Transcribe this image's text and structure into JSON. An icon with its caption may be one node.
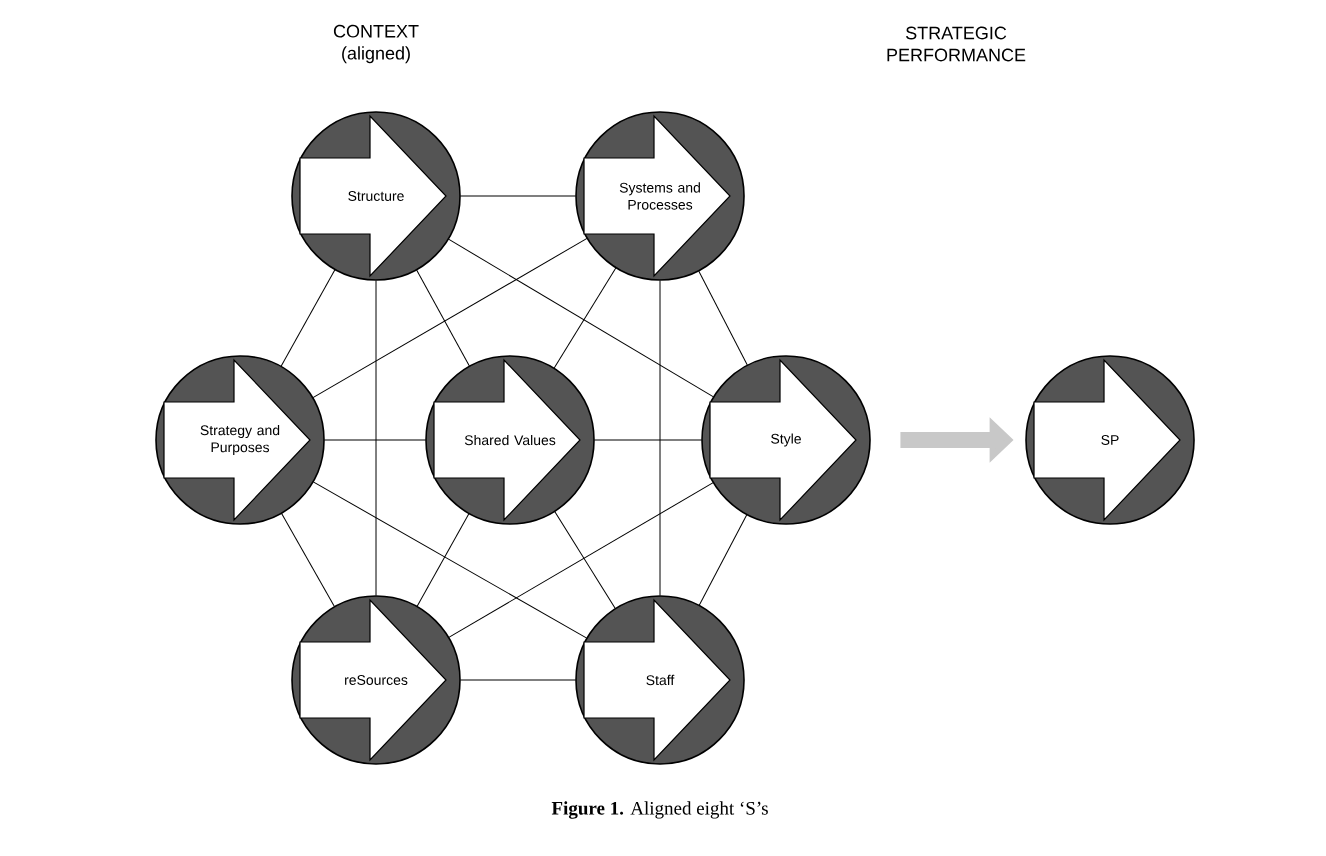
{
  "diagram": {
    "caption": "**Figure 1.** Aligned eight ‘S’s",
    "nodes": [
      {
        "text": [
          "Structure"
        ]
      },
      {
        "text": [
          "Systems and Processes"
        ]
      },
      {
        "text": [
          "Strategy and Purposes"
        ]
      },
      {
        "text": [
          "Shared Values"
        ]
      },
      {
        "text": [
          "Style"
        ]
      },
      {
        "text": [
          "reSources"
        ]
      },
      {
        "text": [
          "Staff"
        ]
      },
      {
        "text": [
          "SP"
        ]
      }
    ],
    "edges": [
      {
        "from": 0,
        "to": 1,
        "arrow": "none"
      },
      {
        "from": 0,
        "to": 2,
        "arrow": "none"
      },
      {
        "from": 0,
        "to": 3,
        "arrow": "none"
      },
      {
        "from": 0,
        "to": 4,
        "arrow": "none"
      },
      {
        "from": 0,
        "to": 5,
        "arrow": "none"
      },
      {
        "from": 1,
        "to": 2,
        "arrow": "none"
      },
      {
        "from": 1,
        "to": 3,
        "arrow": "none"
      },
      {
        "from": 1,
        "to": 4,
        "arrow": "none"
      },
      {
        "from": 1,
        "to": 6,
        "arrow": "none"
      },
      {
        "from": 2,
        "to": 3,
        "arrow": "none"
      },
      {
        "from": 3,
        "to": 4,
        "arrow": "none"
      },
      {
        "from": 2,
        "to": 5,
        "arrow": "none"
      },
      {
        "from": 2,
        "to": 6,
        "arrow": "none"
      },
      {
        "from": 3,
        "to": 5,
        "arrow": "none"
      },
      {
        "from": 3,
        "to": 6,
        "arrow": "none"
      },
      {
        "from": 4,
        "to": 5,
        "arrow": "none"
      },
      {
        "from": 4,
        "to": 6,
        "arrow": "none"
      },
      {
        "from": 5,
        "to": 6,
        "arrow": "none"
      },
      {
        "from": 4,
        "to": 7,
        "arrow": "to",
        "style": "thick",
        "color": "#c8c8c8"
      }
    ],
    "labels": [
      "CONTEXT (aligned)",
      "STRATEGIC PERFORMANCE"
    ]
  }
}
